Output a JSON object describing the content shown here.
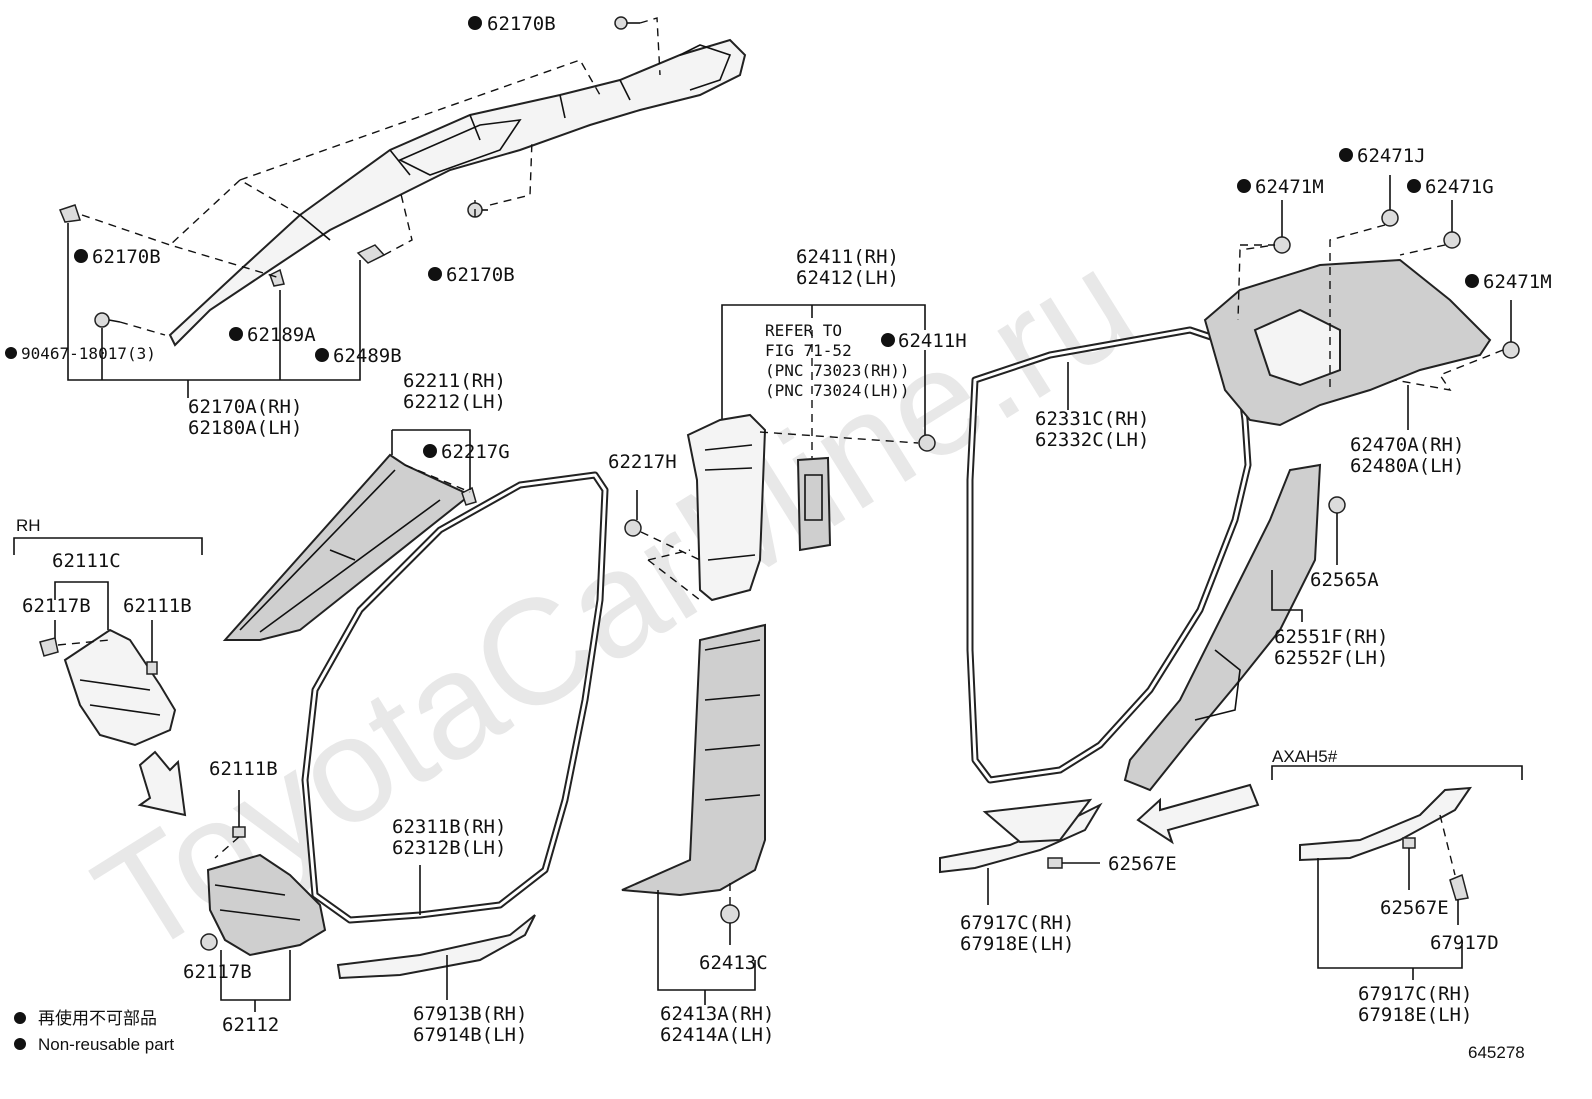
{
  "watermark": "ToyotaCarMine.ru",
  "labels": {
    "p62170B_top": "62170B",
    "p62170B_left": "62170B",
    "p62170B_mid": "62170B",
    "p90467": "90467-18017(3)",
    "p62189A": "62189A",
    "p62489B": "62489B",
    "p62170A": "62170A(RH)",
    "p62180A": "62180A(LH)",
    "p62211": "62211(RH)",
    "p62212": "62212(LH)",
    "p62217G": "62217G",
    "rh_header": "RH",
    "p62111C": "62111C",
    "p62117B_top": "62117B",
    "p62111B_top": "62111B",
    "p62111B_bot": "62111B",
    "p62117B_bot": "62117B",
    "p62112": "62112",
    "p62311B": "62311B(RH)",
    "p62312B": "62312B(LH)",
    "p67913B": "67913B(RH)",
    "p67914B": "67914B(LH)",
    "p62217H": "62217H",
    "p62411": "62411(RH)",
    "p62412": "62412(LH)",
    "refer1": "REFER TO",
    "refer2": "FIG 71-52",
    "refer3": "(PNC 73023(RH))",
    "refer4": "(PNC 73024(LH))",
    "p62411H": "62411H",
    "p62413C": "62413C",
    "p62413A": "62413A(RH)",
    "p62414A": "62414A(LH)",
    "p62331C": "62331C(RH)",
    "p62332C": "62332C(LH)",
    "p62471J": "62471J",
    "p62471M_a": "62471M",
    "p62471G": "62471G",
    "p62471M_b": "62471M",
    "p62470A": "62470A(RH)",
    "p62480A": "62480A(LH)",
    "p62565A": "62565A",
    "p62551F": "62551F(RH)",
    "p62552F": "62552F(LH)",
    "p62567E_a": "62567E",
    "p67917C_a": "67917C(RH)",
    "p67918E_a": "67918E(LH)",
    "axah_header": "AXAH5#",
    "p62567E_b": "62567E",
    "p67917D": "67917D",
    "p67917C_b": "67917C(RH)",
    "p67918E_b": "67918E(LH)"
  },
  "legend": {
    "line1": "再使用不可部品",
    "line2": "Non-reusable part"
  },
  "figure_number": "645278"
}
